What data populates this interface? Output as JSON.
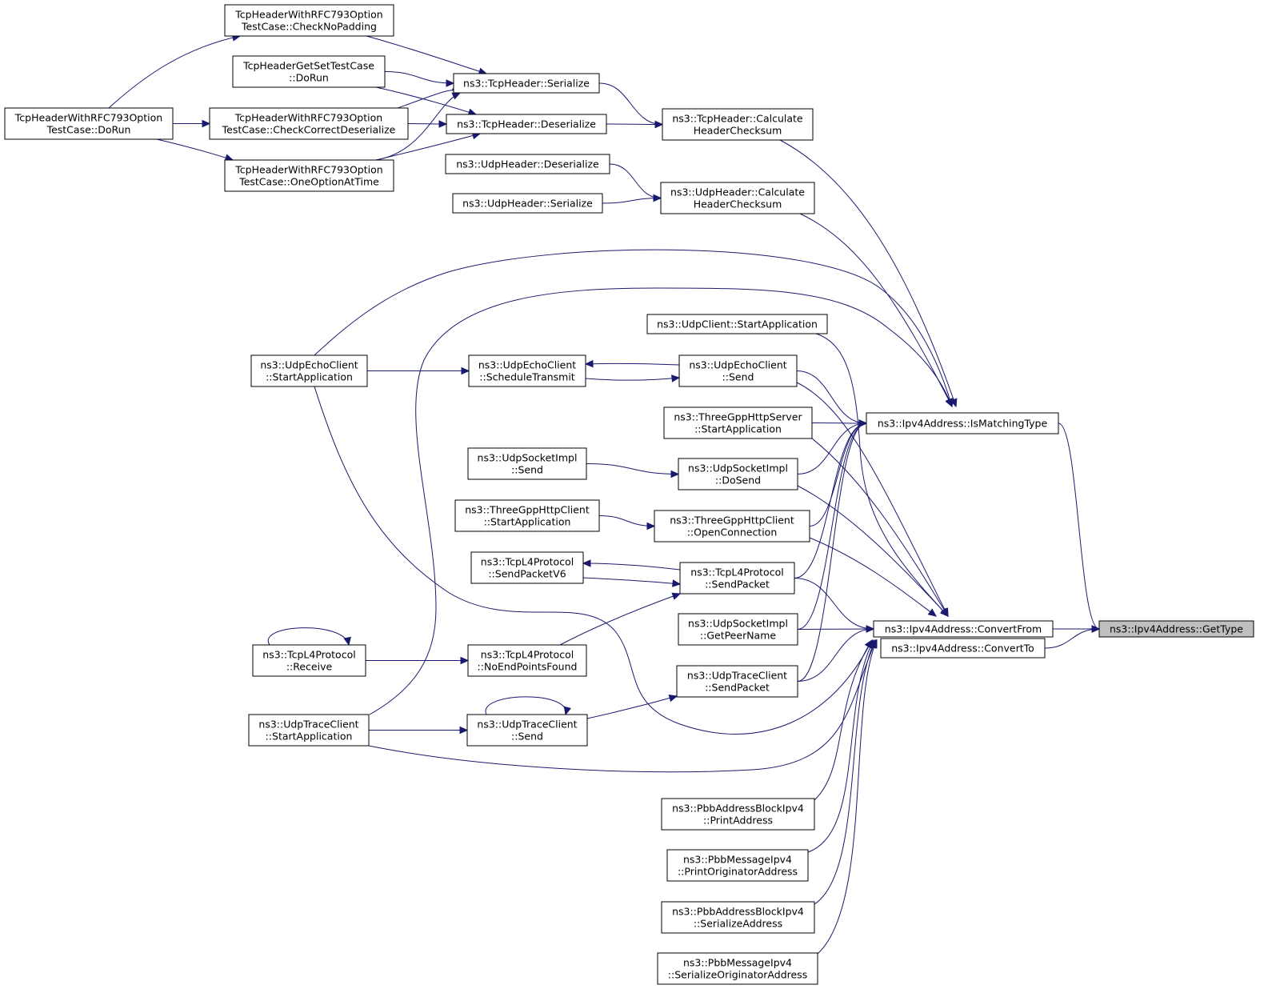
{
  "graph": {
    "title": "",
    "edge_color": "#191970",
    "root_fill": "#bfbfbf",
    "nodes": [
      {
        "id": "gettype",
        "lines": [
          "ns3::Ipv4Address::GetType"
        ],
        "root": true
      },
      {
        "id": "convertfrom",
        "lines": [
          "ns3::Ipv4Address::ConvertFrom"
        ]
      },
      {
        "id": "convertto",
        "lines": [
          "ns3::Ipv4Address::ConvertTo"
        ]
      },
      {
        "id": "ismatching",
        "lines": [
          "ns3::Ipv4Address::IsMatchingType"
        ]
      },
      {
        "id": "tcp_calc",
        "lines": [
          "ns3::TcpHeader::Calculate",
          "HeaderChecksum"
        ]
      },
      {
        "id": "udp_calc",
        "lines": [
          "ns3::UdpHeader::Calculate",
          "HeaderChecksum"
        ]
      },
      {
        "id": "tcp_ser",
        "lines": [
          "ns3::TcpHeader::Serialize"
        ]
      },
      {
        "id": "tcp_deser",
        "lines": [
          "ns3::TcpHeader::Deserialize"
        ]
      },
      {
        "id": "udp_deser",
        "lines": [
          "ns3::UdpHeader::Deserialize"
        ]
      },
      {
        "id": "udp_ser",
        "lines": [
          "ns3::UdpHeader::Serialize"
        ]
      },
      {
        "id": "tc_nopad",
        "lines": [
          "TcpHeaderWithRFC793Option",
          "TestCase::CheckNoPadding"
        ]
      },
      {
        "id": "tc_getset",
        "lines": [
          "TcpHeaderGetSetTestCase",
          "::DoRun"
        ]
      },
      {
        "id": "tc_correct",
        "lines": [
          "TcpHeaderWithRFC793Option",
          "TestCase::CheckCorrectDeserialize"
        ]
      },
      {
        "id": "tc_oneopt",
        "lines": [
          "TcpHeaderWithRFC793Option",
          "TestCase::OneOptionAtTime"
        ]
      },
      {
        "id": "tc_dorun",
        "lines": [
          "TcpHeaderWithRFC793Option",
          "TestCase::DoRun"
        ]
      },
      {
        "id": "udpclient_start",
        "lines": [
          "ns3::UdpClient::StartApplication"
        ]
      },
      {
        "id": "echo_send",
        "lines": [
          "ns3::UdpEchoClient",
          "::Send"
        ]
      },
      {
        "id": "echo_sched",
        "lines": [
          "ns3::UdpEchoClient",
          "::ScheduleTransmit"
        ]
      },
      {
        "id": "echo_start",
        "lines": [
          "ns3::UdpEchoClient",
          "::StartApplication"
        ]
      },
      {
        "id": "http_server",
        "lines": [
          "ns3::ThreeGppHttpServer",
          "::StartApplication"
        ]
      },
      {
        "id": "sock_dosend",
        "lines": [
          "ns3::UdpSocketImpl",
          "::DoSend"
        ]
      },
      {
        "id": "sock_send",
        "lines": [
          "ns3::UdpSocketImpl",
          "::Send"
        ]
      },
      {
        "id": "http_open",
        "lines": [
          "ns3::ThreeGppHttpClient",
          "::OpenConnection"
        ]
      },
      {
        "id": "http_client",
        "lines": [
          "ns3::ThreeGppHttpClient",
          "::StartApplication"
        ]
      },
      {
        "id": "tcpl4_send",
        "lines": [
          "ns3::TcpL4Protocol",
          "::SendPacket"
        ]
      },
      {
        "id": "tcpl4_send6",
        "lines": [
          "ns3::TcpL4Protocol",
          "::SendPacketV6"
        ]
      },
      {
        "id": "tcpl4_noend",
        "lines": [
          "ns3::TcpL4Protocol",
          "::NoEndPointsFound"
        ]
      },
      {
        "id": "tcpl4_recv",
        "lines": [
          "ns3::TcpL4Protocol",
          "::Receive"
        ]
      },
      {
        "id": "sock_peer",
        "lines": [
          "ns3::UdpSocketImpl",
          "::GetPeerName"
        ]
      },
      {
        "id": "trace_sendpkt",
        "lines": [
          "ns3::UdpTraceClient",
          "::SendPacket"
        ]
      },
      {
        "id": "trace_send",
        "lines": [
          "ns3::UdpTraceClient",
          "::Send"
        ]
      },
      {
        "id": "trace_start",
        "lines": [
          "ns3::UdpTraceClient",
          "::StartApplication"
        ]
      },
      {
        "id": "pbb_print",
        "lines": [
          "ns3::PbbAddressBlockIpv4",
          "::PrintAddress"
        ]
      },
      {
        "id": "pbbmsg_print",
        "lines": [
          "ns3::PbbMessageIpv4",
          "::PrintOriginatorAddress"
        ]
      },
      {
        "id": "pbb_ser",
        "lines": [
          "ns3::PbbAddressBlockIpv4",
          "::SerializeAddress"
        ]
      },
      {
        "id": "pbbmsg_ser",
        "lines": [
          "ns3::PbbMessageIpv4",
          "::SerializeOriginatorAddress"
        ]
      }
    ],
    "edges": [
      {
        "from": "convertfrom",
        "to": "gettype"
      },
      {
        "from": "convertto",
        "to": "gettype"
      },
      {
        "from": "ismatching",
        "to": "gettype"
      },
      {
        "from": "tcp_calc",
        "to": "ismatching"
      },
      {
        "from": "udp_calc",
        "to": "ismatching"
      },
      {
        "from": "echo_start",
        "to": "ismatching"
      },
      {
        "from": "trace_start",
        "to": "ismatching"
      },
      {
        "from": "echo_send",
        "to": "ismatching"
      },
      {
        "from": "http_server",
        "to": "ismatching"
      },
      {
        "from": "sock_dosend",
        "to": "ismatching"
      },
      {
        "from": "http_open",
        "to": "ismatching"
      },
      {
        "from": "tcpl4_send",
        "to": "ismatching"
      },
      {
        "from": "sock_peer",
        "to": "ismatching"
      },
      {
        "from": "trace_sendpkt",
        "to": "ismatching"
      },
      {
        "from": "udpclient_start",
        "to": "convertfrom"
      },
      {
        "from": "echo_send",
        "to": "convertfrom"
      },
      {
        "from": "http_server",
        "to": "convertfrom"
      },
      {
        "from": "sock_dosend",
        "to": "convertfrom"
      },
      {
        "from": "http_open",
        "to": "convertfrom"
      },
      {
        "from": "tcpl4_send",
        "to": "convertfrom"
      },
      {
        "from": "sock_peer",
        "to": "convertfrom"
      },
      {
        "from": "trace_sendpkt",
        "to": "convertfrom"
      },
      {
        "from": "echo_start",
        "to": "convertfrom"
      },
      {
        "from": "trace_start",
        "to": "convertfrom"
      },
      {
        "from": "pbb_print",
        "to": "convertfrom"
      },
      {
        "from": "pbbmsg_print",
        "to": "convertfrom"
      },
      {
        "from": "pbb_ser",
        "to": "convertfrom"
      },
      {
        "from": "pbbmsg_ser",
        "to": "convertfrom"
      },
      {
        "from": "tcp_ser",
        "to": "tcp_calc"
      },
      {
        "from": "tcp_deser",
        "to": "tcp_calc"
      },
      {
        "from": "udp_deser",
        "to": "udp_calc"
      },
      {
        "from": "udp_ser",
        "to": "udp_calc"
      },
      {
        "from": "tc_nopad",
        "to": "tcp_ser"
      },
      {
        "from": "tc_getset",
        "to": "tcp_ser"
      },
      {
        "from": "tc_correct",
        "to": "tcp_ser"
      },
      {
        "from": "tc_oneopt",
        "to": "tcp_ser"
      },
      {
        "from": "tc_getset",
        "to": "tcp_deser"
      },
      {
        "from": "tc_correct",
        "to": "tcp_deser"
      },
      {
        "from": "tc_oneopt",
        "to": "tcp_deser"
      },
      {
        "from": "tc_dorun",
        "to": "tc_nopad"
      },
      {
        "from": "tc_dorun",
        "to": "tc_correct"
      },
      {
        "from": "tc_dorun",
        "to": "tc_oneopt"
      },
      {
        "from": "echo_send",
        "to": "echo_sched"
      },
      {
        "from": "echo_sched",
        "to": "echo_send"
      },
      {
        "from": "echo_start",
        "to": "echo_sched"
      },
      {
        "from": "sock_send",
        "to": "sock_dosend"
      },
      {
        "from": "http_client",
        "to": "http_open"
      },
      {
        "from": "tcpl4_send",
        "to": "tcpl4_send6"
      },
      {
        "from": "tcpl4_send6",
        "to": "tcpl4_send"
      },
      {
        "from": "tcpl4_noend",
        "to": "tcpl4_send"
      },
      {
        "from": "tcpl4_recv",
        "to": "tcpl4_noend"
      },
      {
        "from": "tcpl4_recv",
        "to": "tcpl4_recv"
      },
      {
        "from": "trace_send",
        "to": "trace_sendpkt"
      },
      {
        "from": "trace_start",
        "to": "trace_send"
      },
      {
        "from": "trace_send",
        "to": "trace_send"
      }
    ]
  }
}
